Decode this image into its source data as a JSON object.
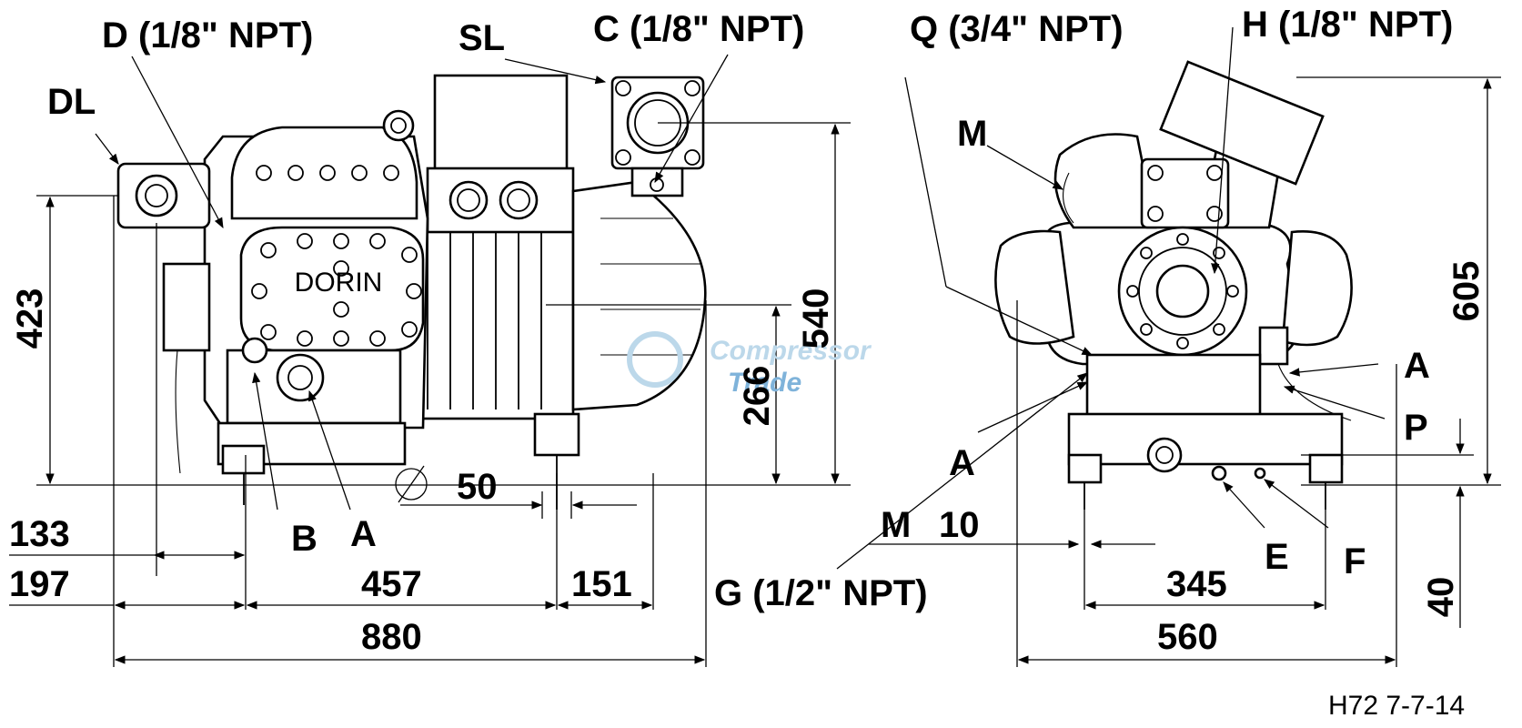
{
  "callouts": {
    "d": "D (1/8\" NPT)",
    "sl": "SL",
    "c": "C (1/8\" NPT)",
    "q": "Q (3/4\" NPT)",
    "h": "H (1/8\" NPT)",
    "dl": "DL",
    "m_top": "M",
    "a_right": "A",
    "p": "P",
    "a_front": "A",
    "b": "B",
    "a_side": "A",
    "e": "E",
    "f": "F",
    "g": "G (1/2\" NPT)",
    "diameter": "50",
    "thread_m": "M",
    "thread_size": "10"
  },
  "dimensions": {
    "d423": "423",
    "d540": "540",
    "d266": "266",
    "d605": "605",
    "d133": "133",
    "d197": "197",
    "d457": "457",
    "d151": "151",
    "d880": "880",
    "d345": "345",
    "d560": "560",
    "d40": "40"
  },
  "nameplate_text": "DORIN",
  "watermark": {
    "line1": "Compressor",
    "line2": "Trade"
  },
  "reference": "H72 7-7-14",
  "colors": {
    "line": "#000000",
    "background": "#ffffff",
    "watermark": "#7fb3da"
  }
}
